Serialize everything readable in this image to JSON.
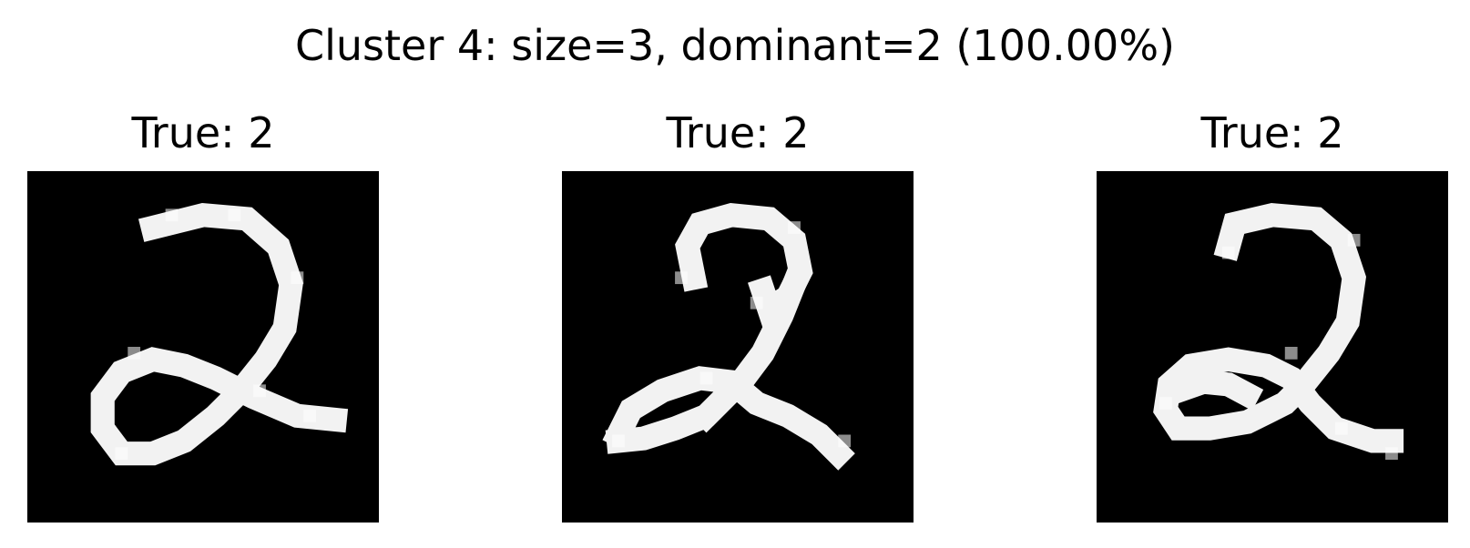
{
  "figure": {
    "title": "Cluster 4: size=3, dominant=2 (100.00%)"
  },
  "panels": [
    {
      "title": "True: 2"
    },
    {
      "title": "True: 2"
    },
    {
      "title": "True: 2"
    }
  ],
  "colors": {
    "background": "#ffffff",
    "image_background": "#000000",
    "stroke": "#f5f5f5"
  }
}
